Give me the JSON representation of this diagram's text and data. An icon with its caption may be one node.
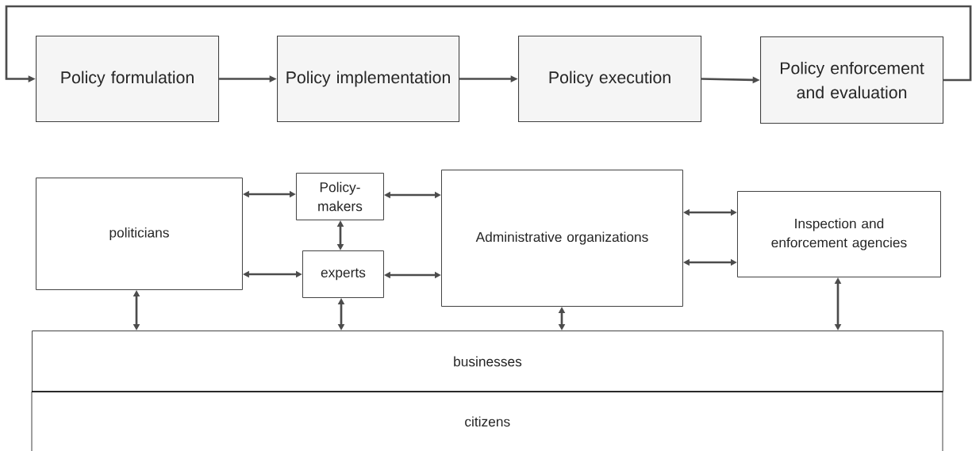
{
  "diagram": {
    "nodes": [
      {
        "text": [
          "Policy formulation"
        ]
      },
      {
        "text": [
          "Policy implementation"
        ]
      },
      {
        "text": [
          "Policy execution"
        ]
      },
      {
        "text": [
          "Policy enforcement and evaluation"
        ]
      },
      {
        "text": [
          "politicians"
        ]
      },
      {
        "text": [
          "Policy- makers"
        ]
      },
      {
        "text": [
          "experts"
        ]
      },
      {
        "text": [
          "Administrative organizations"
        ]
      },
      {
        "text": [
          "Inspection and enforcement agencies"
        ]
      },
      {
        "text": [
          "businesses"
        ]
      },
      {
        "text": [
          "citizens"
        ]
      }
    ],
    "edges": [
      {
        "from": 0,
        "to": 1,
        "arrow": "to"
      },
      {
        "from": 1,
        "to": 2,
        "arrow": "to"
      },
      {
        "from": 2,
        "to": 3,
        "arrow": "to"
      },
      {
        "from": 3,
        "to": 0,
        "arrow": "to"
      },
      {
        "from": 4,
        "to": 5,
        "arrow": "both"
      },
      {
        "from": 4,
        "to": 6,
        "arrow": "both"
      },
      {
        "from": 5,
        "to": 6,
        "arrow": "both"
      },
      {
        "from": 5,
        "to": 7,
        "arrow": "both"
      },
      {
        "from": 6,
        "to": 7,
        "arrow": "both"
      },
      {
        "from": 7,
        "to": 8,
        "arrow": "both"
      },
      {
        "from": 7,
        "to": 8,
        "arrow": "both"
      },
      {
        "from": 4,
        "to": 9,
        "arrow": "both"
      },
      {
        "from": 6,
        "to": 9,
        "arrow": "both"
      },
      {
        "from": 7,
        "to": 9,
        "arrow": "both"
      },
      {
        "from": 8,
        "to": 9,
        "arrow": "both"
      }
    ]
  }
}
